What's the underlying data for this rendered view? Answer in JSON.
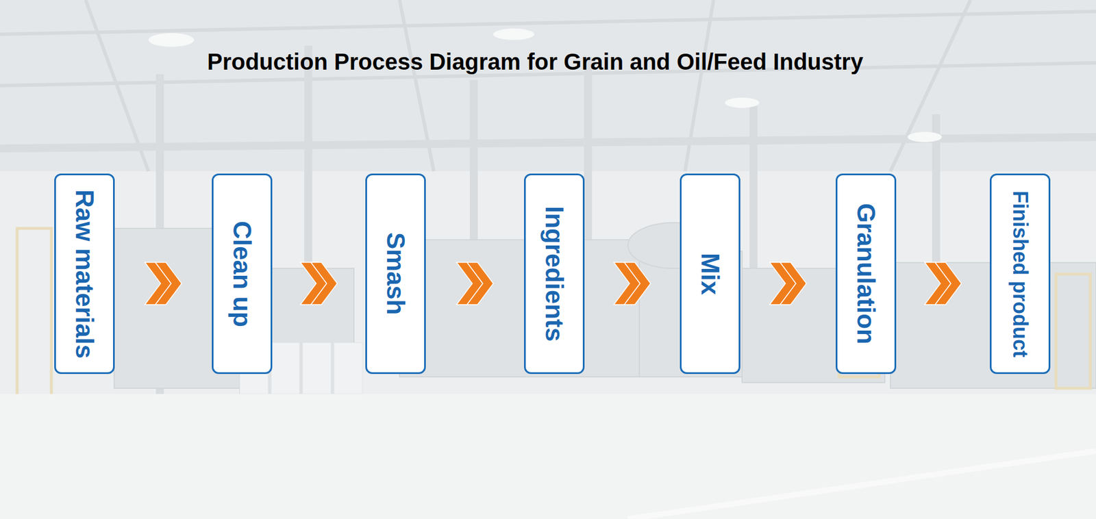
{
  "diagram": {
    "title": "Production Process Diagram for Grain and Oil/Feed Industry",
    "nodes": [
      {
        "text": [
          "Raw materials"
        ]
      },
      {
        "text": [
          "Clean up"
        ]
      },
      {
        "text": [
          "Smash"
        ]
      },
      {
        "text": [
          "Ingredients"
        ]
      },
      {
        "text": [
          "Mix"
        ]
      },
      {
        "text": [
          "Granulation"
        ]
      },
      {
        "text": [
          "Finished product"
        ]
      }
    ],
    "edges": [
      {
        "from": 0,
        "to": 1,
        "arrow": "to"
      },
      {
        "from": 1,
        "to": 2,
        "arrow": "to"
      },
      {
        "from": 2,
        "to": 3,
        "arrow": "to"
      },
      {
        "from": 3,
        "to": 4,
        "arrow": "to"
      },
      {
        "from": 4,
        "to": 5,
        "arrow": "to"
      },
      {
        "from": 5,
        "to": 6,
        "arrow": "to"
      }
    ]
  }
}
